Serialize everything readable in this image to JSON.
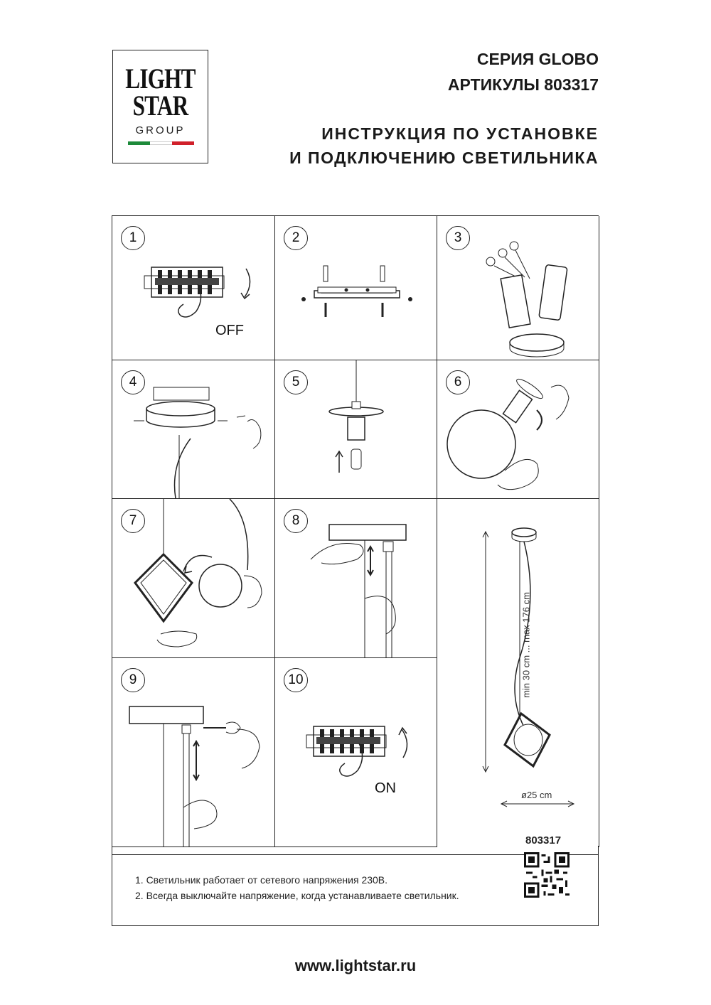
{
  "logo": {
    "line1": "LIGHT",
    "line2": "STAR",
    "line3": "GROUP",
    "flag_colors": [
      "#1d8a3a",
      "#ffffff",
      "#d0202a"
    ]
  },
  "header": {
    "series": "СЕРИЯ GLOBO",
    "article": "АРТИКУЛЫ 803317",
    "title_line1": "ИНСТРУКЦИЯ ПО УСТАНОВКЕ",
    "title_line2": "И ПОДКЛЮЧЕНИЮ СВЕТИЛЬНИКА"
  },
  "steps": [
    {
      "n": "1",
      "label": "OFF",
      "icon": "breaker-off-icon"
    },
    {
      "n": "2",
      "icon": "mounting-bracket-icon"
    },
    {
      "n": "3",
      "icon": "wiring-terminal-icon"
    },
    {
      "n": "4",
      "icon": "canopy-mount-icon"
    },
    {
      "n": "5",
      "icon": "bulb-insert-icon"
    },
    {
      "n": "6",
      "icon": "globe-attach-icon"
    },
    {
      "n": "7",
      "icon": "frame-insert-icon"
    },
    {
      "n": "8",
      "icon": "height-adjust-icon"
    },
    {
      "n": "9",
      "icon": "cable-fix-icon"
    },
    {
      "n": "10",
      "label": "ON",
      "icon": "breaker-on-icon"
    }
  ],
  "dimensions": {
    "height": "min 30 cm ... max 176 cm",
    "diameter": "ø25 cm"
  },
  "product_code": "803317",
  "notes": [
    "1. Светильник работает от сетевого напряжения 230В.",
    "2. Всегда выключайте напряжение, когда устанавливаете светильник."
  ],
  "footer": {
    "url": "www.lightstar.ru"
  }
}
